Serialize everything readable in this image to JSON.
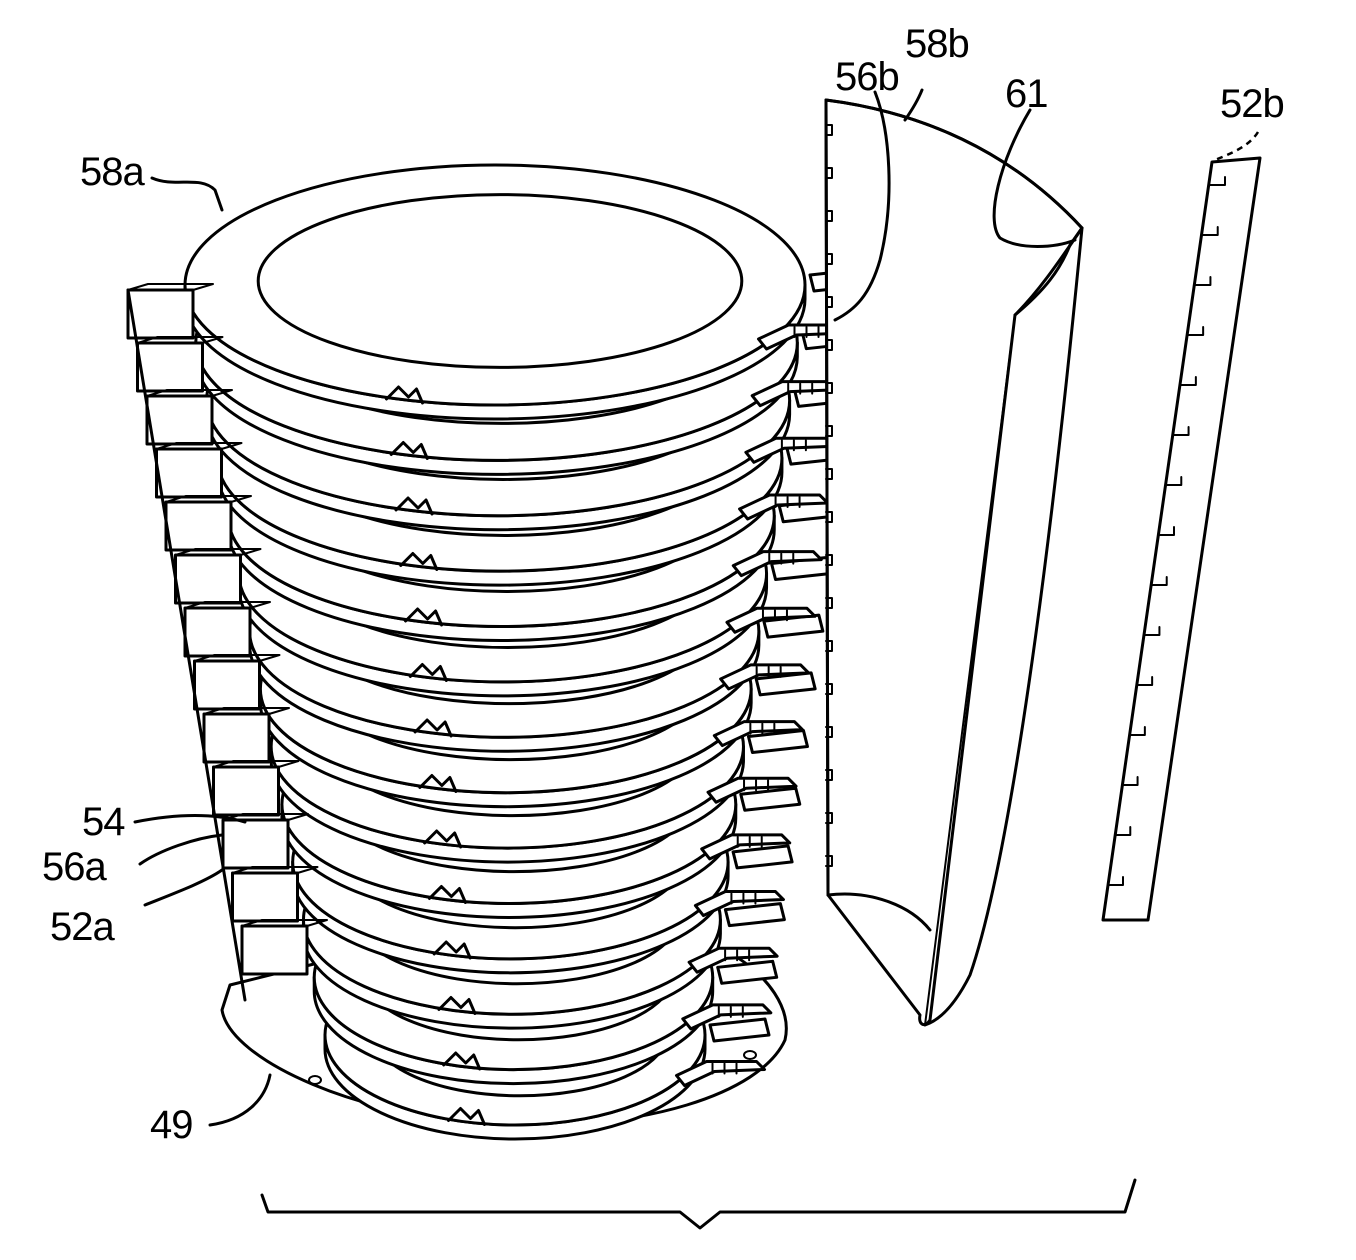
{
  "labels": {
    "l58a": "58a",
    "l56b": "56b",
    "l58b": "58b",
    "l61": "61",
    "l52b": "52b",
    "l54": "54",
    "l56a": "56a",
    "l52a": "52a",
    "l49": "49"
  }
}
